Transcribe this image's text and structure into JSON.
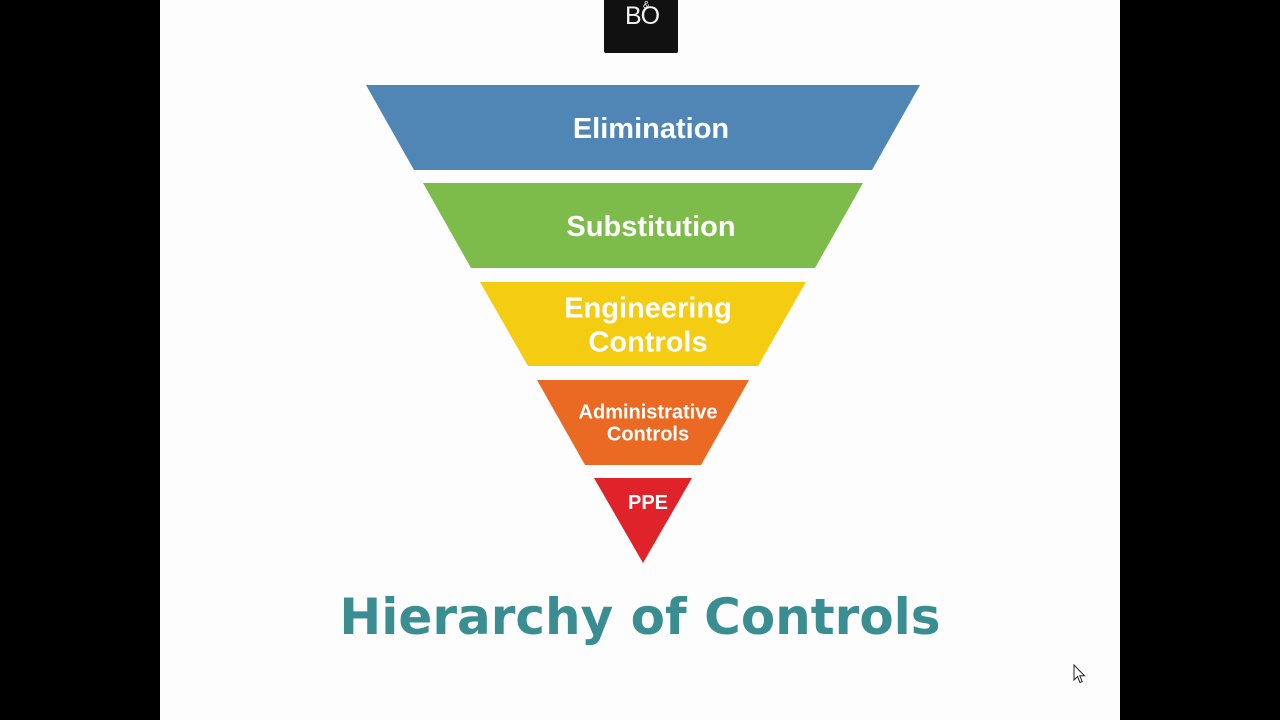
{
  "logo": {
    "text": "BO",
    "ampersand": "&"
  },
  "diagram": {
    "title": "Hierarchy of Controls",
    "levels": [
      {
        "lines": [
          "Elimination"
        ],
        "color": "#4f86b6"
      },
      {
        "lines": [
          "Substitution"
        ],
        "color": "#7dbb4a"
      },
      {
        "lines": [
          "Engineering",
          "Controls"
        ],
        "color": "#f4cc12"
      },
      {
        "lines": [
          "Administrative",
          "Controls"
        ],
        "color": "#ea6a24"
      },
      {
        "lines": [
          "PPE"
        ],
        "color": "#e0222a"
      }
    ]
  },
  "colors": {
    "title": "#3a8e92",
    "background": "#fdfdfd"
  },
  "icons": {
    "cursor": "mouse-pointer-icon"
  }
}
